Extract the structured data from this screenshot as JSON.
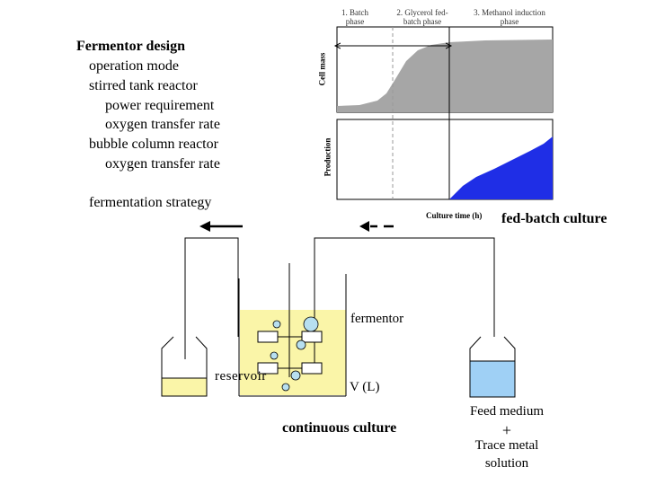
{
  "outline": {
    "title": "Fermentor design",
    "items": [
      {
        "text": "operation mode",
        "level": 1
      },
      {
        "text": "stirred tank reactor",
        "level": 1
      },
      {
        "text": "power requirement",
        "level": 2
      },
      {
        "text": "oxygen transfer rate",
        "level": 2
      },
      {
        "text": "bubble column reactor",
        "level": 1
      },
      {
        "text": "oxygen transfer rate",
        "level": 2
      }
    ],
    "strategy": "fermentation strategy"
  },
  "chart": {
    "phases": [
      "1. Batch phase",
      "2. Glycerol fed-batch phase",
      "3. Methanol induction phase"
    ],
    "top_ylabel": "Cell mass",
    "bottom_ylabel": "Production",
    "xlabel": "Culture time (h)",
    "colors": {
      "cell_mass": "#a6a6a6",
      "production": "#1f2ee6"
    }
  },
  "labels": {
    "fed_batch": "fed-batch culture",
    "fermentor": "fermentor",
    "reservoir": "reservoir",
    "volume": "V (L)",
    "continuous": "continuous culture",
    "feed_line1": "Feed medium",
    "feed_plus": "+",
    "feed_line2": "Trace metal",
    "feed_line3": "solution"
  },
  "colors": {
    "fermentor_liquid": "#faf5a8",
    "reservoir_liquid": "#faf5a8",
    "feed_liquid": "#9fd0f5",
    "bubble": "#b7dff0"
  }
}
